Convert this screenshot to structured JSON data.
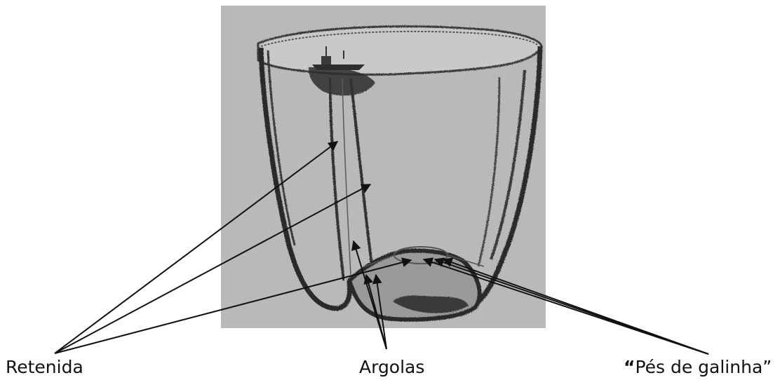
{
  "labels": {
    "retenida": "Retenida",
    "argolas": "Argolas",
    "pes_quote": "“",
    "pes_text": "Pés de galinha”"
  },
  "colors": {
    "photo_background": "#b3b3b3",
    "net_ink": "#2b2b2b",
    "arrow": "#111111"
  }
}
